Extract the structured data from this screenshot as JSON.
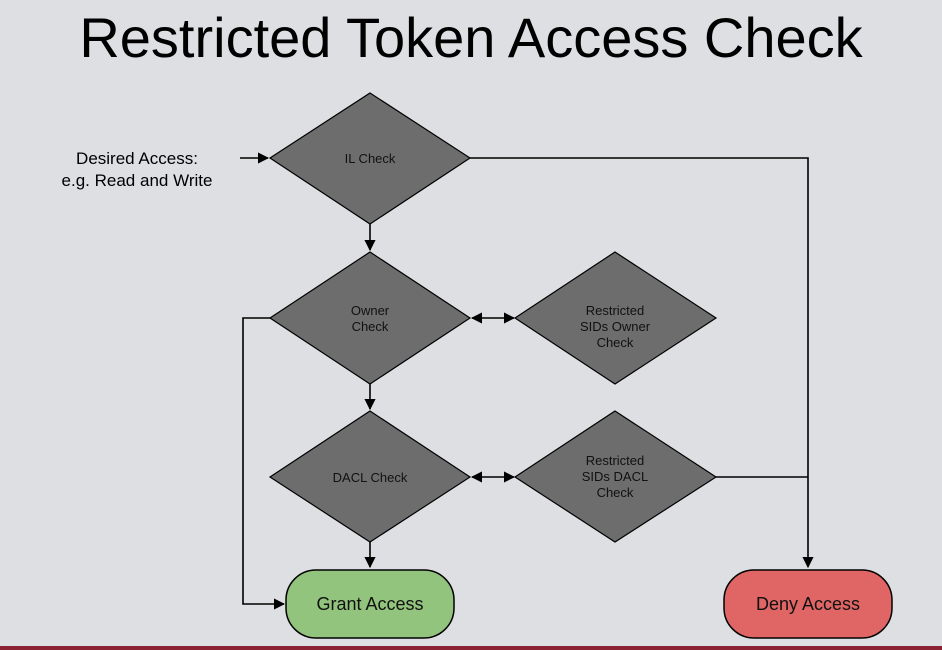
{
  "title": "Restricted Token Access Check",
  "colors": {
    "background": "#dedfe3",
    "decision_fill": "#6d6d6d",
    "grant_fill": "#93c47d",
    "deny_fill": "#e06666",
    "accent_bar": "#8b2233"
  },
  "input": {
    "line1": "Desired Access:",
    "line2": "e.g. Read and Write"
  },
  "nodes": {
    "il_check": {
      "lines": [
        "IL Check"
      ]
    },
    "owner_check": {
      "lines": [
        "Owner",
        "Check"
      ]
    },
    "restricted_owner_check": {
      "lines": [
        "Restricted",
        "SIDs Owner",
        "Check"
      ]
    },
    "dacl_check": {
      "lines": [
        "DACL Check"
      ]
    },
    "restricted_dacl_check": {
      "lines": [
        "Restricted",
        "SIDs DACL",
        "Check"
      ]
    }
  },
  "terminals": {
    "grant": "Grant Access",
    "deny": "Deny Access"
  }
}
